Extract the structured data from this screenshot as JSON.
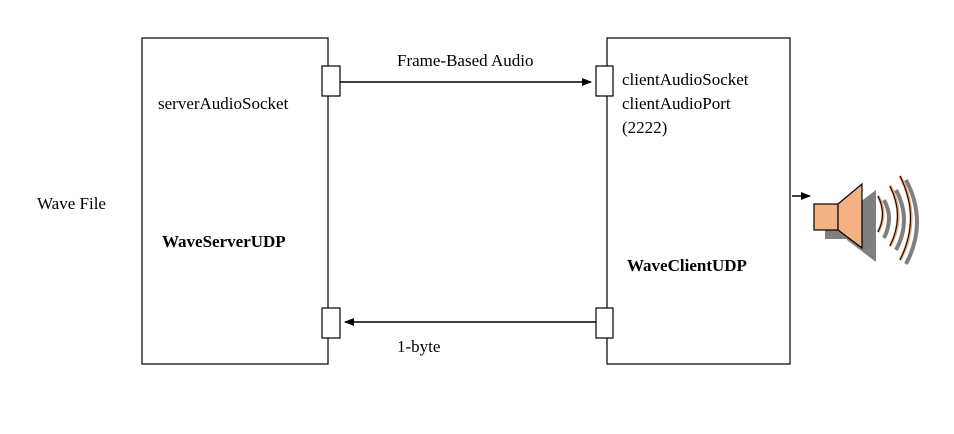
{
  "labels": {
    "wave_file": "Wave File",
    "server_socket": "serverAudioSocket",
    "server_name": "WaveServerUDP",
    "frame_audio": "Frame-Based Audio",
    "client_socket": "clientAudioSocket",
    "client_port": "clientAudioPort",
    "client_port_num": "(2222)",
    "client_name": "WaveClientUDP",
    "one_byte": "1-byte"
  },
  "icons": {
    "speaker": "speaker-icon"
  },
  "colors": {
    "stroke": "#000000",
    "speaker_fill": "#f4b183",
    "speaker_shadow": "#7f7f7f",
    "wave_outer": "#e8a070"
  }
}
